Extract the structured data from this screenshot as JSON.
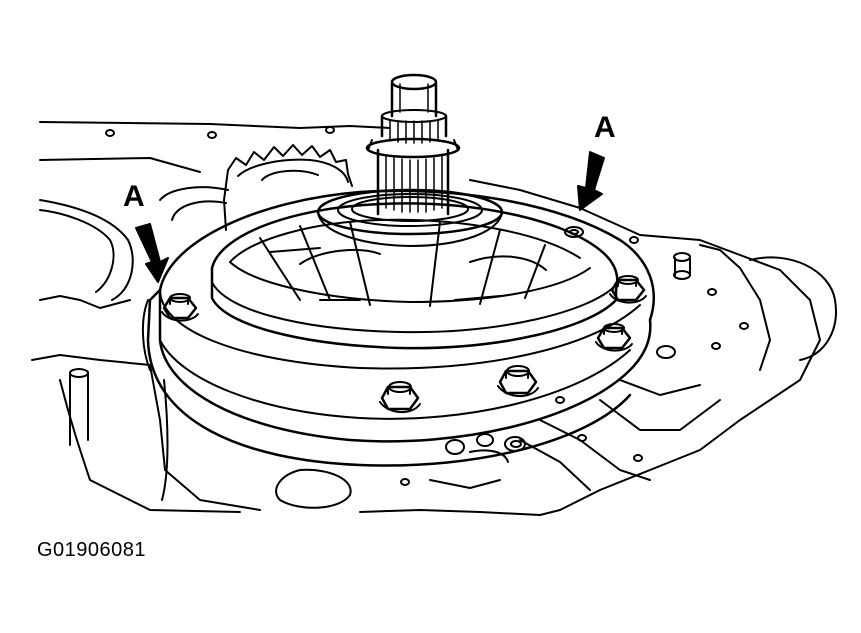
{
  "callouts": {
    "left_label": "A",
    "right_label": "A"
  },
  "figure_id": "G01906081",
  "colors": {
    "ink": "#000000",
    "paper": "#ffffff"
  }
}
